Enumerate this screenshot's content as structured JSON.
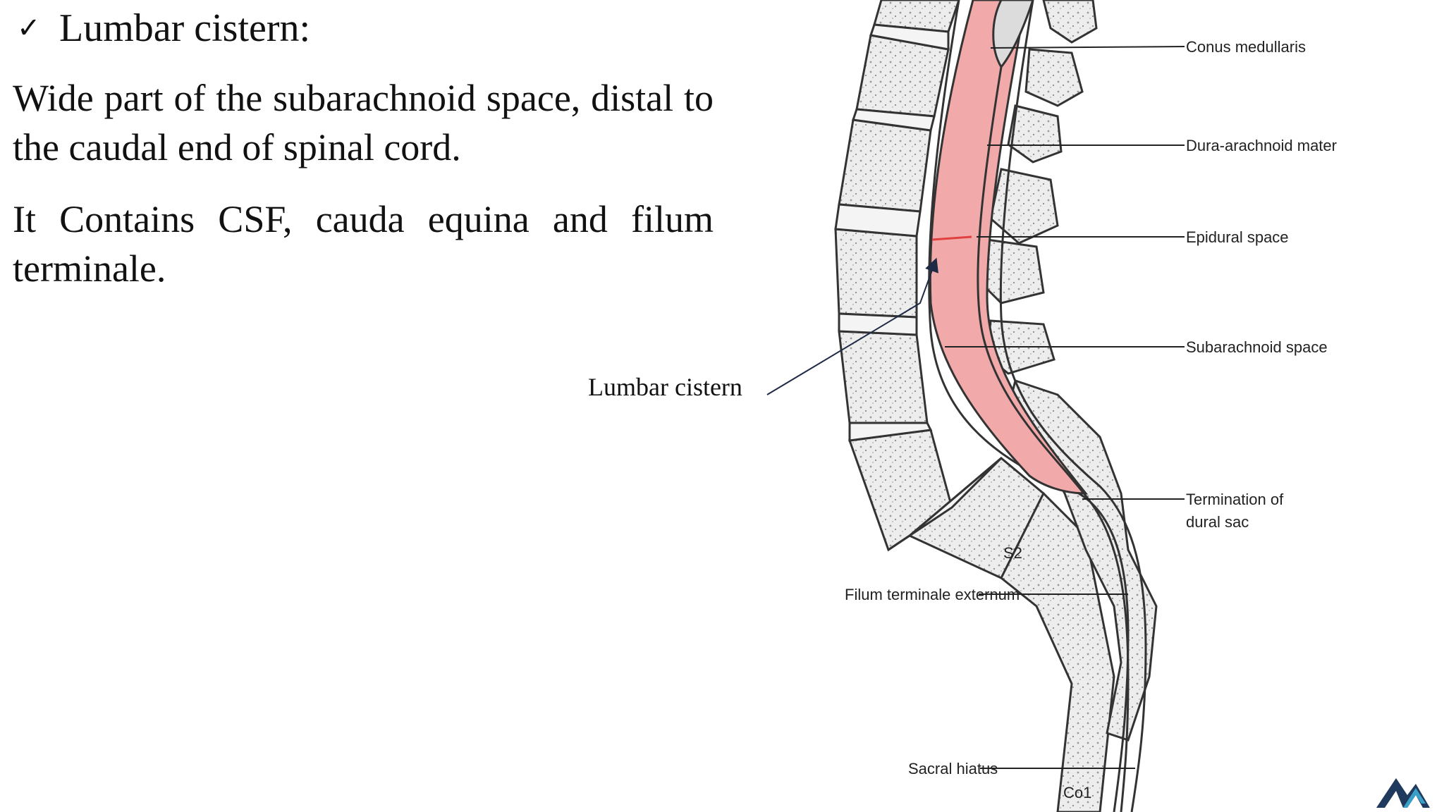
{
  "slide": {
    "heading": "Lumbar cistern:",
    "paragraph1": "Wide part of the subarachnoid space, distal to the caudal end of spinal cord.",
    "paragraph2": "It Contains CSF, cauda equina and filum terminale.",
    "callout_label": "Lumbar cistern"
  },
  "diagram": {
    "labels": {
      "conus": "Conus medullaris",
      "dura": "Dura-arachnoid mater",
      "epidural": "Epidural space",
      "subarachnoid": "Subarachnoid space",
      "termination_1": "Termination of",
      "termination_2": "dural sac",
      "s2": "S2",
      "filum": "Filum terminale externum",
      "hiatus": "Sacral hiatus",
      "co1": "Co1"
    },
    "colors": {
      "cistern_fill": "#f2a9aa",
      "bone_fill": "#ececec",
      "outline": "#333333",
      "logo_dark": "#1f3a5c",
      "logo_light": "#3aa0c8"
    }
  }
}
